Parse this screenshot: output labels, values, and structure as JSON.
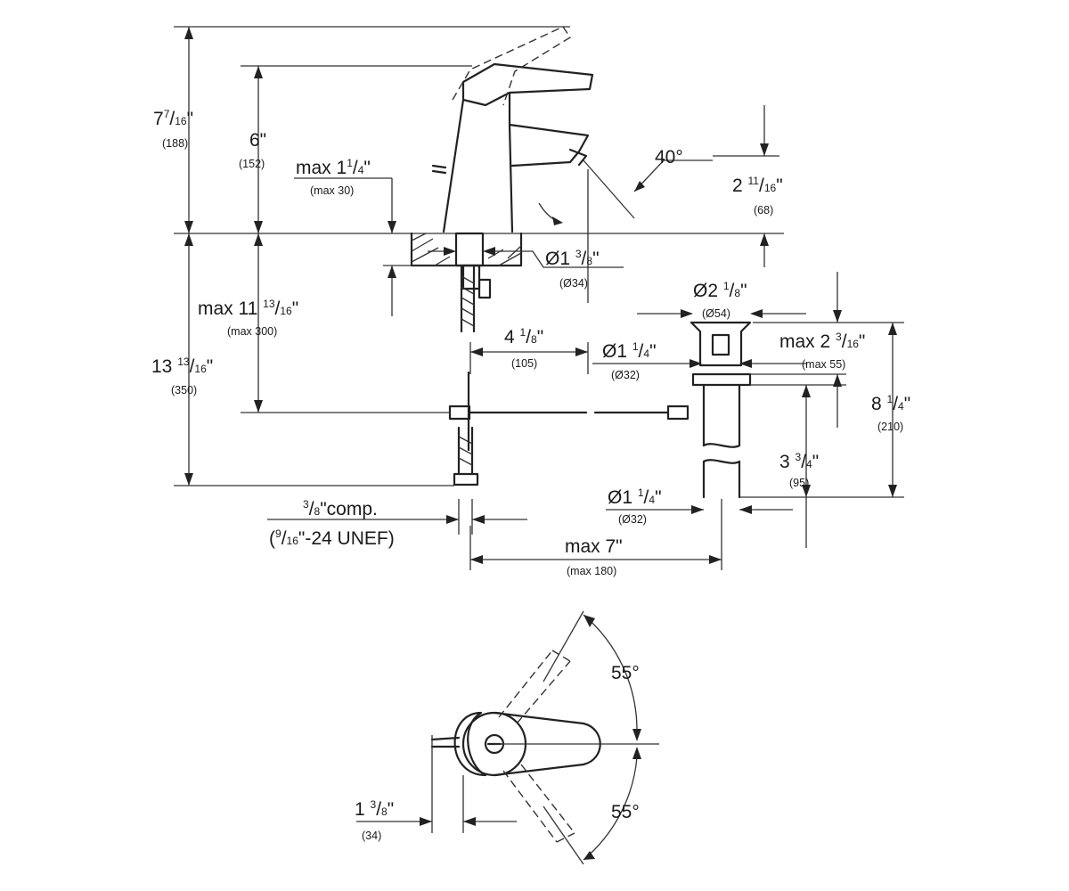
{
  "dimensions": {
    "h_total": {
      "whole": "7",
      "num": "7",
      "den": "16",
      "mark": "\"",
      "metric": "(188)"
    },
    "h_spout": {
      "text": "6\"",
      "metric": "(152)"
    },
    "deck_thickness": {
      "prefix": "max 1",
      "num": "1",
      "den": "4",
      "mark": "\"",
      "metric": "(max 30)"
    },
    "lever_angle": {
      "text": "40°"
    },
    "outlet_height": {
      "whole": "2 ",
      "num": "11",
      "den": "16",
      "mark": "\"",
      "metric": "(68)"
    },
    "hole_dia": {
      "whole": "Ø1 ",
      "num": "3",
      "den": "8",
      "mark": "\"",
      "metric": "(Ø34)"
    },
    "under_max": {
      "prefix": "max 11 ",
      "num": "13",
      "den": "16",
      "mark": "\"",
      "metric": "(max 300)"
    },
    "under_total": {
      "whole": "13 ",
      "num": "13",
      "den": "16",
      "mark": "\"",
      "metric": "(350)"
    },
    "reach": {
      "whole": "4 ",
      "num": "1",
      "den": "8",
      "mark": "\"",
      "metric": "(105)"
    },
    "drain_flange": {
      "whole": "Ø2 ",
      "num": "1",
      "den": "8",
      "mark": "\"",
      "metric": "(Ø54)"
    },
    "drain_body": {
      "whole": "Ø1 ",
      "num": "1",
      "den": "4",
      "mark": "\"",
      "metric": "(Ø32)"
    },
    "drain_max": {
      "prefix": "max 2 ",
      "num": "3",
      "den": "16",
      "mark": "\"",
      "metric": "(max 55)"
    },
    "drain_total": {
      "whole": "8 ",
      "num": "1",
      "den": "4",
      "mark": "\"",
      "metric": "(210)"
    },
    "tail_len": {
      "whole": "3 ",
      "num": "3",
      "den": "4",
      "mark": "\"",
      "metric": "(95)"
    },
    "tail_dia": {
      "whole": "Ø1 ",
      "num": "1",
      "den": "4",
      "mark": "\"",
      "metric": "(Ø32)"
    },
    "connection": {
      "num": "3",
      "den": "8",
      "suffix": "\"comp.",
      "line2_open": "(",
      "line2_num": "9",
      "line2_den": "16",
      "line2_rest": "\"-24 UNEF)"
    },
    "rod_max": {
      "text": "max 7\"",
      "metric": "(max 180)"
    },
    "rot_upper": {
      "text": "55°"
    },
    "rot_lower": {
      "text": "55°"
    },
    "top_offset": {
      "whole": "1 ",
      "num": "3",
      "den": "8",
      "mark": "\"",
      "metric": "(34)"
    }
  }
}
